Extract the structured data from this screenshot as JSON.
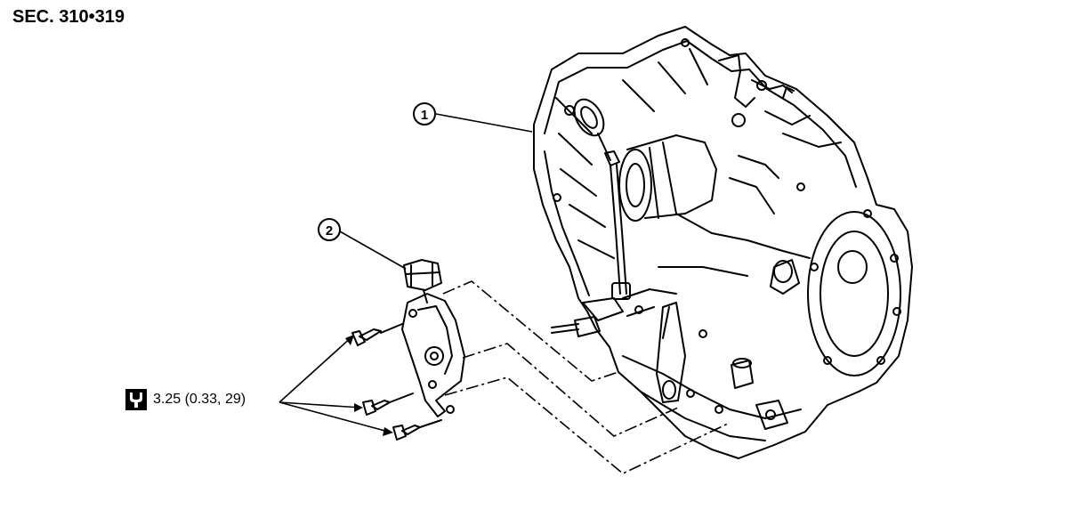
{
  "section": {
    "label": "SEC. 310•319"
  },
  "callouts": [
    {
      "number": "1",
      "icon": "callout-circle"
    },
    {
      "number": "2",
      "icon": "callout-circle"
    }
  ],
  "torque": {
    "icon": "torque-wrench-icon",
    "value": "3.25 (0.33, 29)"
  },
  "colors": {
    "ink": "#000000",
    "paper": "#ffffff"
  }
}
